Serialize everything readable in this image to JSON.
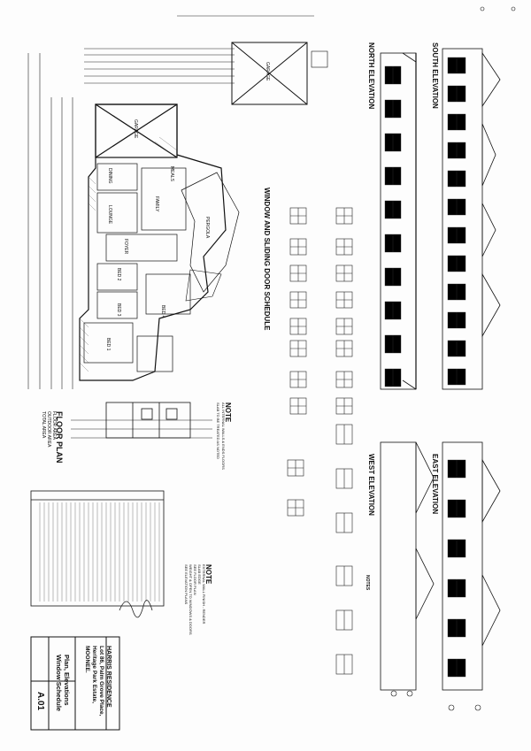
{
  "titles": {
    "floor_plan": "FLOOR PLAN",
    "window_schedule": "WINDOW AND SLIDING DOOR SCHEDULE",
    "north_elevation": "NORTH ELEVATION",
    "south_elevation": "SOUTH ELEVATION",
    "west_elevation": "WEST ELEVATION",
    "east_elevation": "EAST ELEVATION"
  },
  "rooms": {
    "garage": "GARAGE",
    "garage_upper": "GARAGE",
    "dining": "DINING",
    "lounge": "LOUNGE",
    "family": "FAMILY",
    "foyer": "FOYER",
    "pergola": "PERGOLA",
    "bed2": "BED 2",
    "bed3": "BED 3",
    "bed4": "BED 4",
    "bed1": "BED 1",
    "meals": "MEALS"
  },
  "notes": {
    "note1_title": "NOTE",
    "note1_lines": [
      "ALL INTERNAL WALLS & ENDS FLOORS",
      "SLAB TO BE TREATED AS NOTED"
    ],
    "note2_title": "NOTE",
    "note2_lines": [
      "EXTERNAL WALL FINISH - RENDER",
      "SLAB EDGE",
      "SEE FLOOR PLAN",
      "WEIGHT & OPEN TO WINDOWS & DOORS",
      "SEE ELEVATION PLANS"
    ],
    "notes3_title": "NOTES"
  },
  "title_block": {
    "project": "HARRIS RESIDENCE",
    "lot": "Lot 86, Palm Grove Place,",
    "estate": "Heritage Park Estate,",
    "town": "MOONEE.",
    "sheet_title_1": "Plan, Elevations",
    "sheet_title_2": "Window Schedule",
    "sheet_no": "A.01"
  },
  "floor_plan_sub": [
    "FLOOR AREA",
    "OUTDOOR AREA",
    "TOTAL AREA"
  ]
}
